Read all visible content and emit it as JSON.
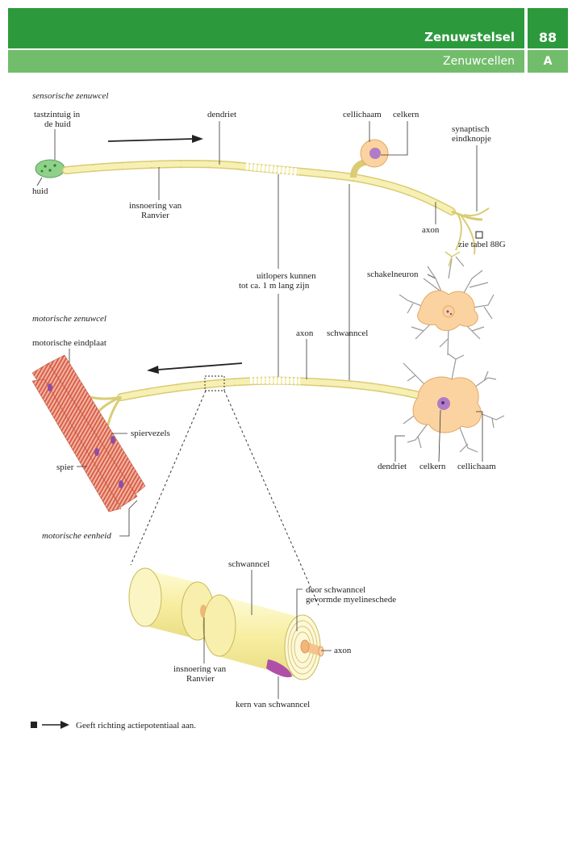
{
  "header": {
    "chapter": "Zenuwstelsel",
    "page_number": "88",
    "section": "Zenuwcellen",
    "section_letter": "A"
  },
  "sensory": {
    "title": "sensorische zenuwcel",
    "touch_receptor_1": "tastzintuig in",
    "touch_receptor_2": "de huid",
    "skin": "huid",
    "dendrite": "dendriet",
    "ranvier_1": "insnoering van",
    "ranvier_2": "Ranvier",
    "cell_body": "cellichaam",
    "nucleus": "celkern",
    "synaptic_1": "synaptisch",
    "synaptic_2": "eindknopje",
    "axon": "axon",
    "see_table": "zie tabel 88G"
  },
  "middle": {
    "extensions_1": "uitlopers kunnen",
    "extensions_2": "tot ca. 1 m lang zijn",
    "interneuron": "schakelneuron"
  },
  "motor": {
    "title": "motorische zenuwcel",
    "end_plate": "motorische eindplaat",
    "axon": "axon",
    "schwann": "schwanncel",
    "muscle_fibers": "spiervezels",
    "muscle": "spier",
    "motor_unit": "motorische eenheid",
    "dendrite": "dendriet",
    "nucleus": "celkern",
    "cell_body": "cellichaam"
  },
  "detail": {
    "schwann": "schwanncel",
    "myelin_1": "door schwanncel",
    "myelin_2": "gevormde myelineschede",
    "axon": "axon",
    "ranvier_1": "insnoering van",
    "ranvier_2": "Ranvier",
    "schwann_nucleus": "kern van schwanncel"
  },
  "legend": {
    "text": "Geeft richting actiepotentiaal aan."
  },
  "colors": {
    "header_dark": "#2c9a3c",
    "header_light": "#72bd6b",
    "axon_fill": "#f6efb0",
    "cell_fill": "#fbd3a0",
    "nucleus_fill": "#b07cc6",
    "muscle": "#e0705a",
    "skin": "#8fd08a"
  }
}
